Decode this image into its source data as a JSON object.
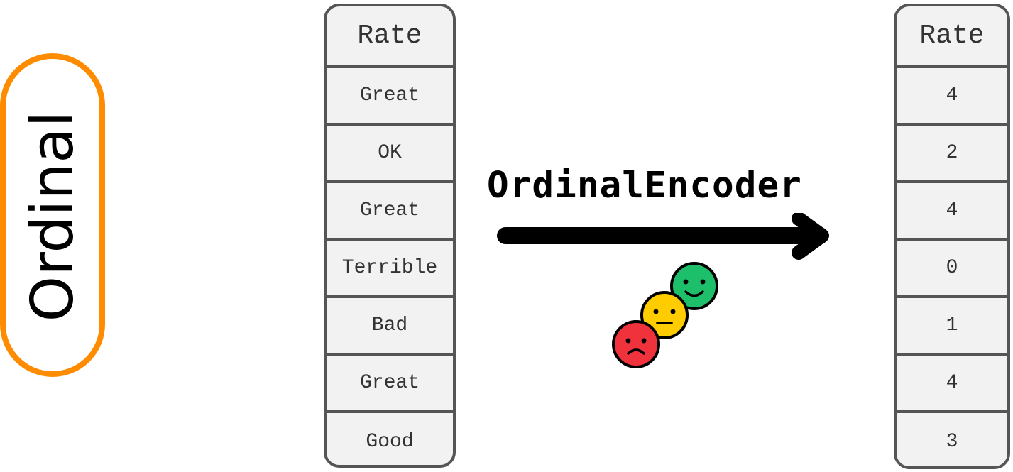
{
  "category_label": "Ordinal",
  "encoder_label": "OrdinalEncoder",
  "input_table": {
    "header": "Rate",
    "rows": [
      "Great",
      "OK",
      "Great",
      "Terrible",
      "Bad",
      "Great",
      "Good"
    ]
  },
  "output_table": {
    "header": "Rate",
    "rows": [
      "4",
      "2",
      "4",
      "0",
      "1",
      "4",
      "3"
    ]
  },
  "colors": {
    "accent": "#ff8c00",
    "table_border": "#555555",
    "table_fill": "#f2f2f2",
    "face_sad": "#f0323c",
    "face_neutral": "#ffcc00",
    "face_happy": "#1dbf6b"
  },
  "icons": [
    "arrow-right-icon",
    "sad-face-icon",
    "neutral-face-icon",
    "happy-face-icon"
  ]
}
